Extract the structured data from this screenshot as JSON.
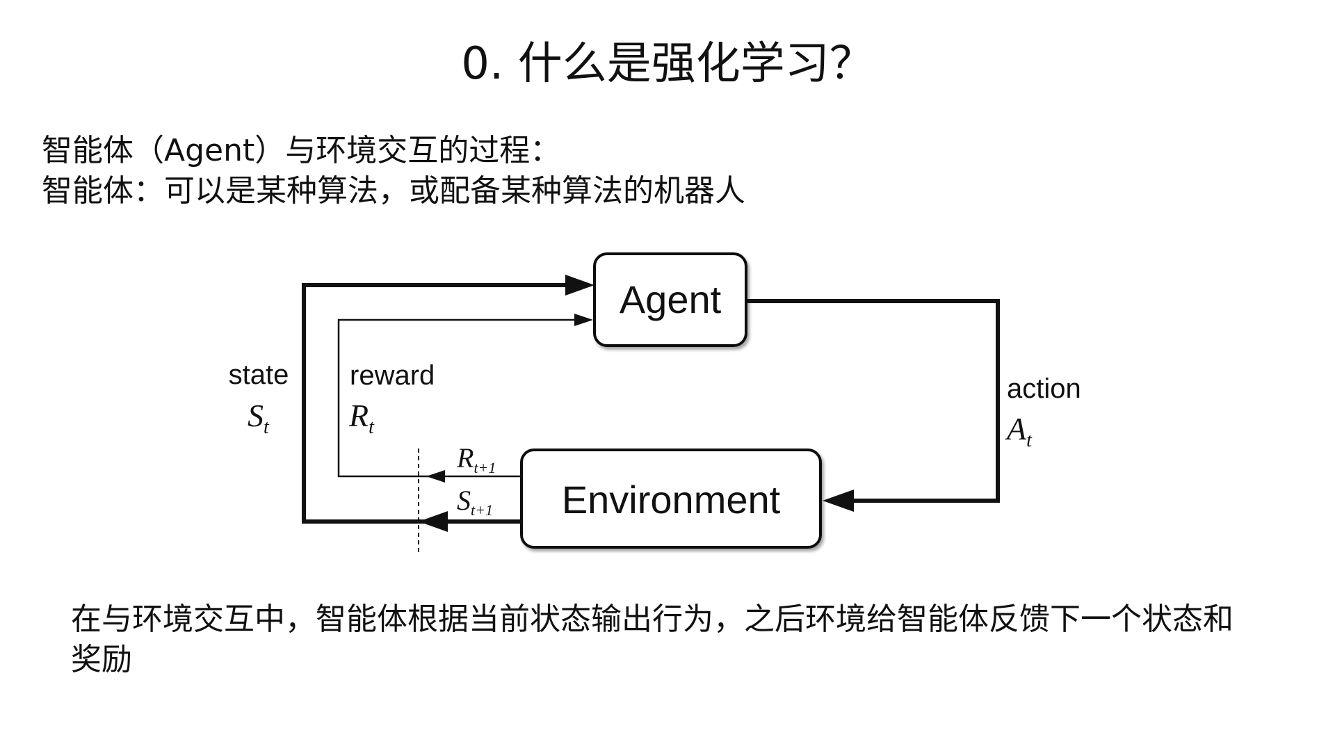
{
  "slide": {
    "title": "0. 什么是强化学习？",
    "intro_line_1": "智能体（Agent）与环境交互的过程：",
    "intro_line_2": "智能体：可以是某种算法，或配备某种算法的机器人",
    "summary": "在与环境交互中，智能体根据当前状态输出行为，之后环境给智能体反馈下一个状态和奖励"
  },
  "diagram": {
    "agent_label": "Agent",
    "environment_label": "Environment",
    "state_label": "state",
    "state_var": "S",
    "state_sub": "t",
    "reward_label": "reward",
    "reward_var": "R",
    "reward_sub": "t",
    "action_label": "action",
    "action_var": "A",
    "action_sub": "t",
    "next_reward_var": "R",
    "next_reward_sub": "t+1",
    "next_state_var": "S",
    "next_state_sub": "t+1"
  }
}
